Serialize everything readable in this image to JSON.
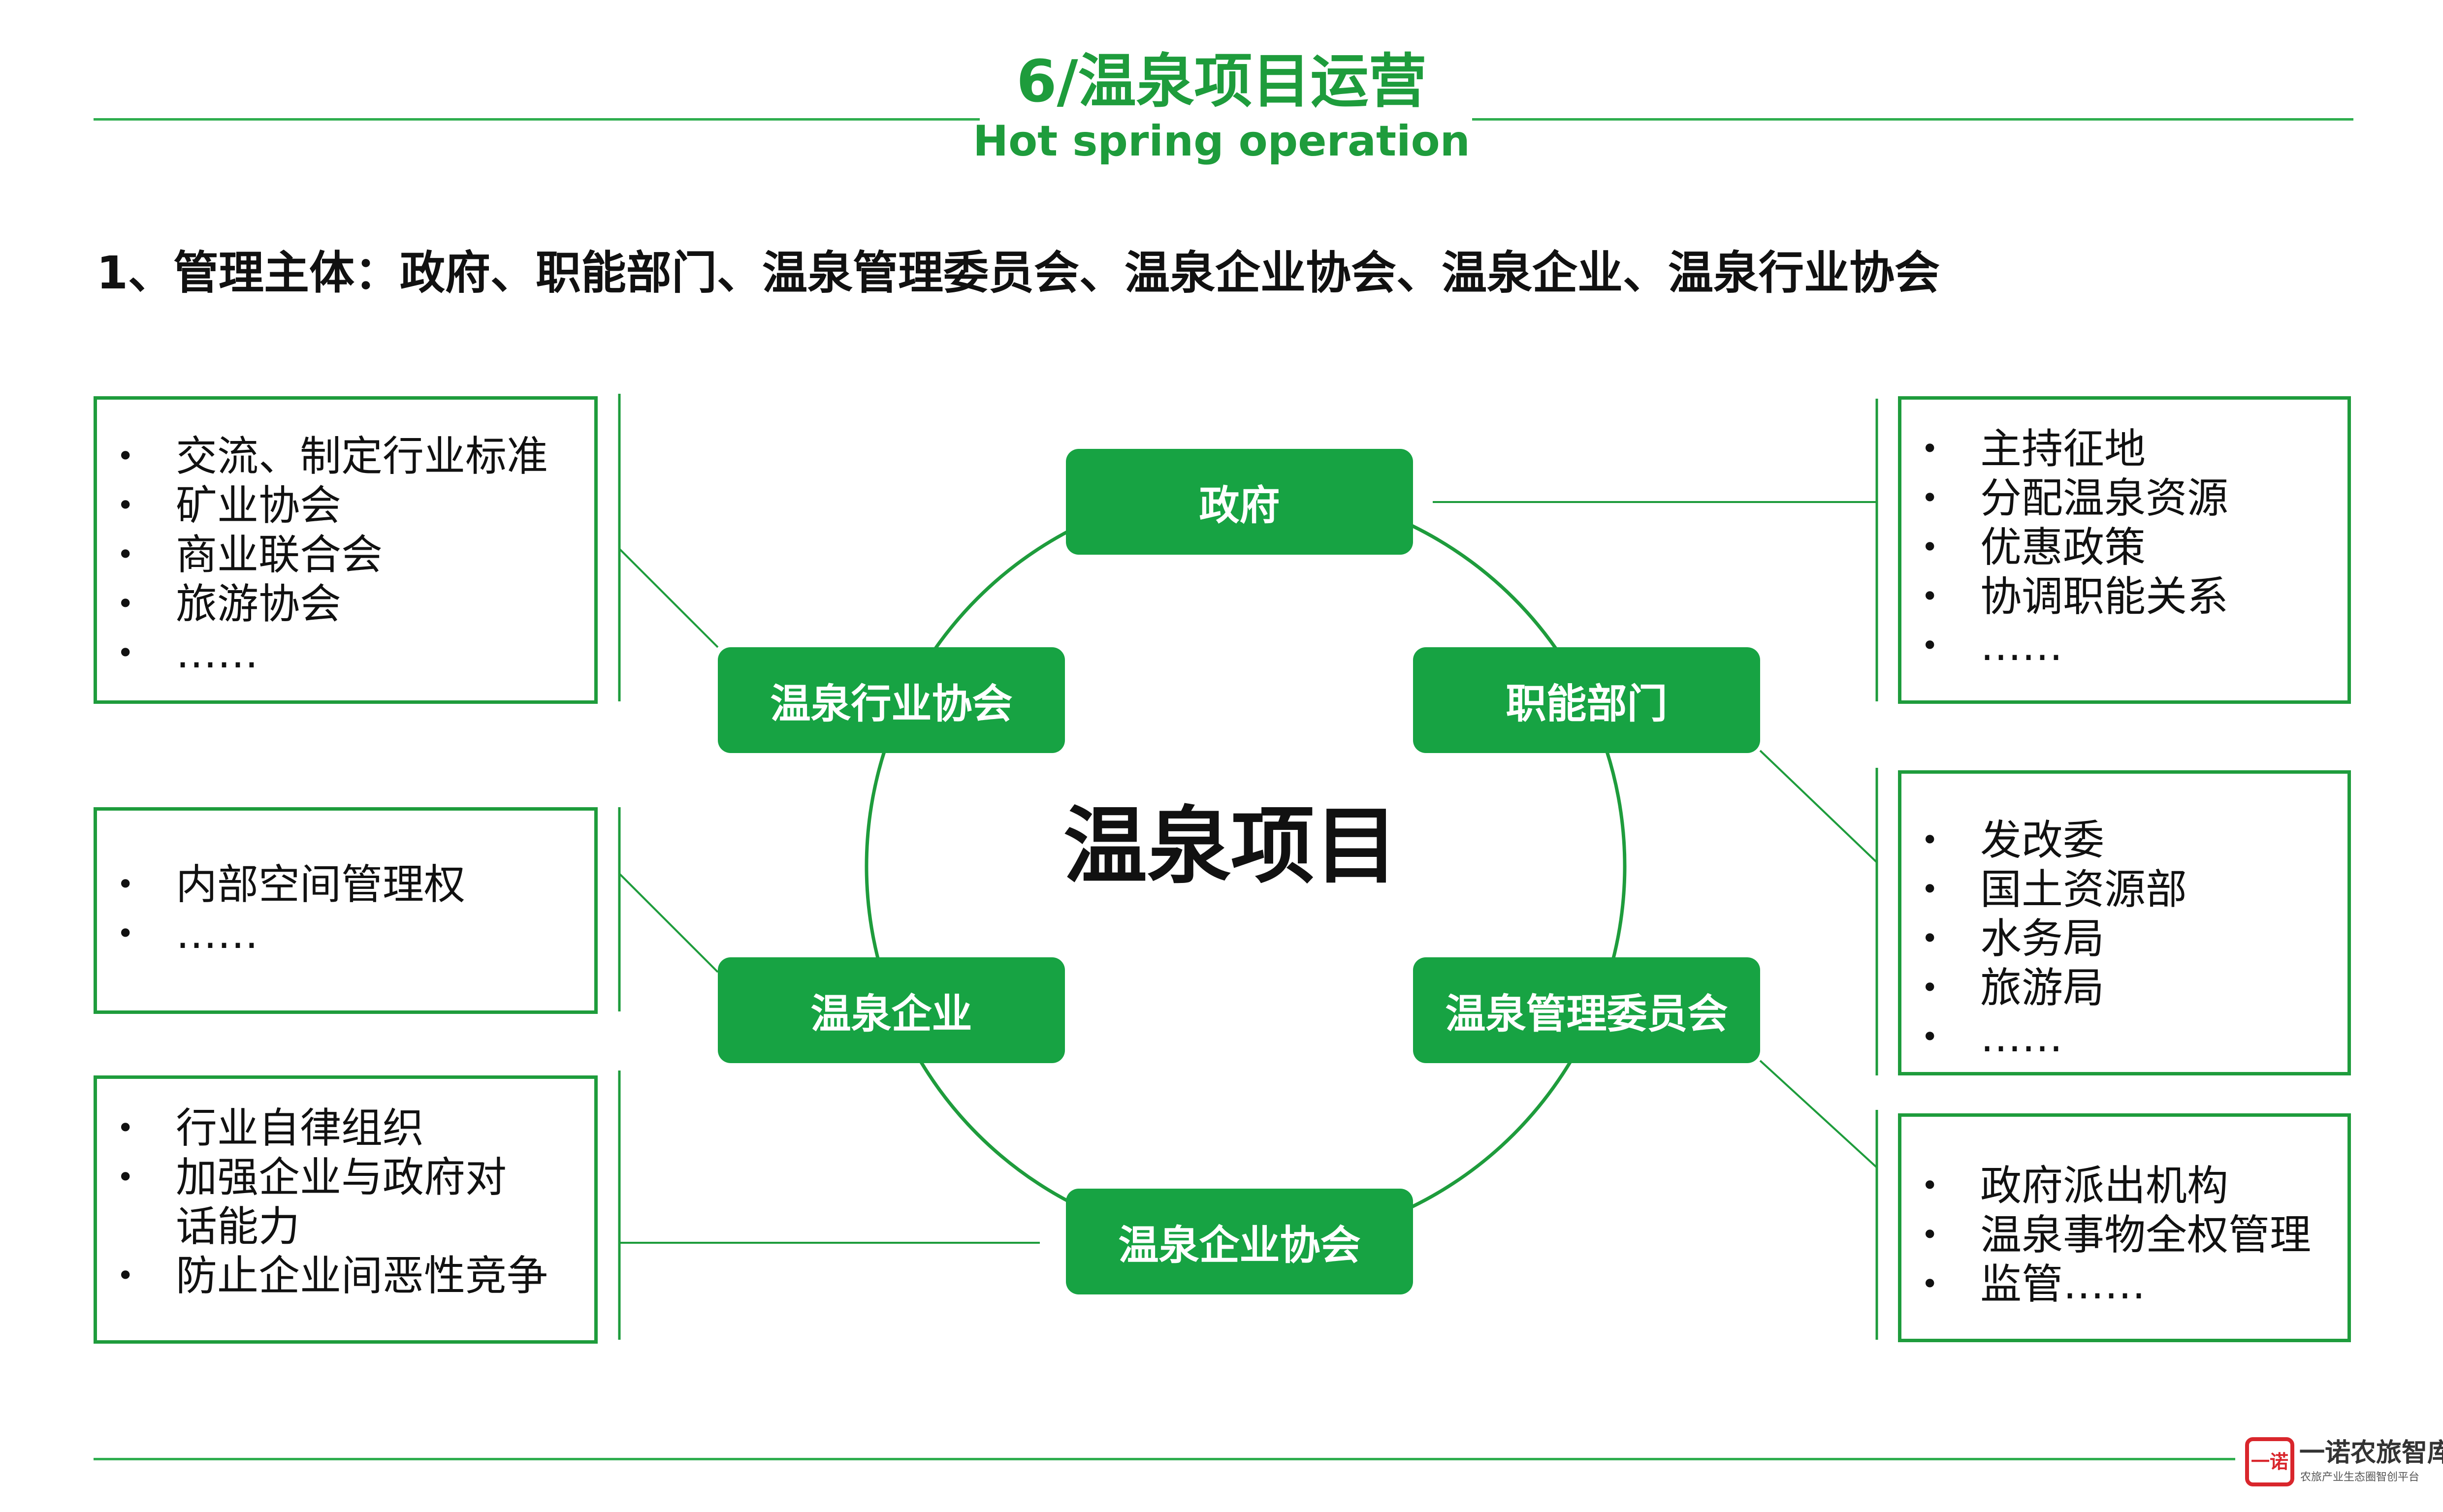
{
  "header": {
    "title": "6/温泉项目运营",
    "subtitle": "Hot spring operation"
  },
  "heading": "1、管理主体：政府、职能部门、温泉管理委员会、温泉企业协会、温泉企业、温泉行业协会",
  "center": "温泉项目",
  "nodes": {
    "gov": "政府",
    "func": "职能部门",
    "mgmt": "温泉管理委员会",
    "ent_assoc": "温泉企业协会",
    "enterprise": "温泉企业",
    "ind_assoc": "温泉行业协会"
  },
  "boxes": {
    "ind_assoc": [
      "交流、制定行业标准",
      "矿业协会",
      "商业联合会",
      "旅游协会",
      "……"
    ],
    "enterprise": [
      "内部空间管理权",
      "……"
    ],
    "ent_assoc": [
      "行业自律组织",
      "加强企业与政府对话能力",
      "防止企业间恶性竞争"
    ],
    "gov": [
      "主持征地",
      "分配温泉资源",
      "优惠政策",
      "协调职能关系",
      "……"
    ],
    "func": [
      "发改委",
      "国土资源部",
      "水务局",
      "旅游局",
      "……"
    ],
    "mgmt": [
      "政府派出机构",
      "温泉事物全权管理",
      "监管……"
    ]
  },
  "footer": {
    "logo_mark": "一诺",
    "logo_name": "一诺农旅智库",
    "logo_tag": "农旅产业生态圈智创平台"
  },
  "colors": {
    "green": "#17a343",
    "line_green": "#2fae4f",
    "logo_red": "#d9262c"
  }
}
